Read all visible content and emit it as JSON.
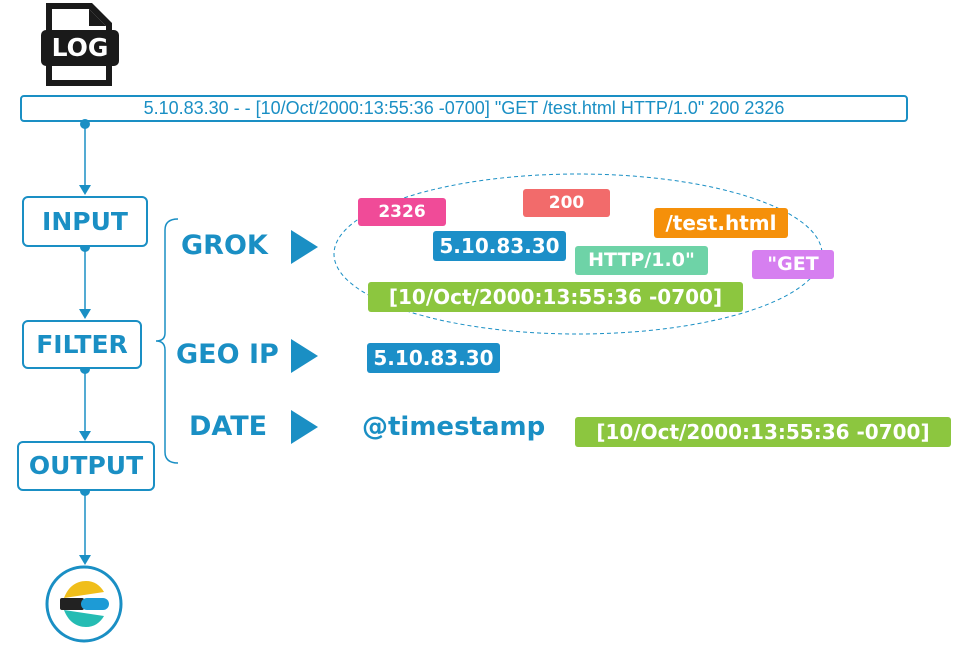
{
  "header": {
    "log_icon_text": "LOG"
  },
  "log_line": "5.10.83.30 - - [10/Oct/2000:13:55:36 -0700] \"GET /test.html HTTP/1.0\" 200 2326",
  "stages": {
    "input": "INPUT",
    "filter": "FILTER",
    "output": "OUTPUT"
  },
  "filters": {
    "grok": "GROK",
    "geoip": "GEO IP",
    "date": "DATE"
  },
  "grok_fields": {
    "bytes": "2326",
    "status": "200",
    "path": "/test.html",
    "ip": "5.10.83.30",
    "version": "HTTP/1.0\"",
    "method": "\"GET",
    "timestamp": "[10/Oct/2000:13:55:36 -0700]"
  },
  "geoip_field": "5.10.83.30",
  "date_target": "@timestamp",
  "date_field": "[10/Oct/2000:13:55:36 -0700]",
  "colors": {
    "accent": "#1a8fc4",
    "pink": "#f04b98",
    "salmon": "#f26b6b",
    "orange": "#f5900a",
    "blue": "#1c8fc8",
    "mint": "#6ed3a7",
    "violet": "#d67ff0",
    "green": "#8cc63f"
  },
  "icons": {
    "log": "log-file-icon",
    "sink": "elasticsearch-logo-icon"
  }
}
